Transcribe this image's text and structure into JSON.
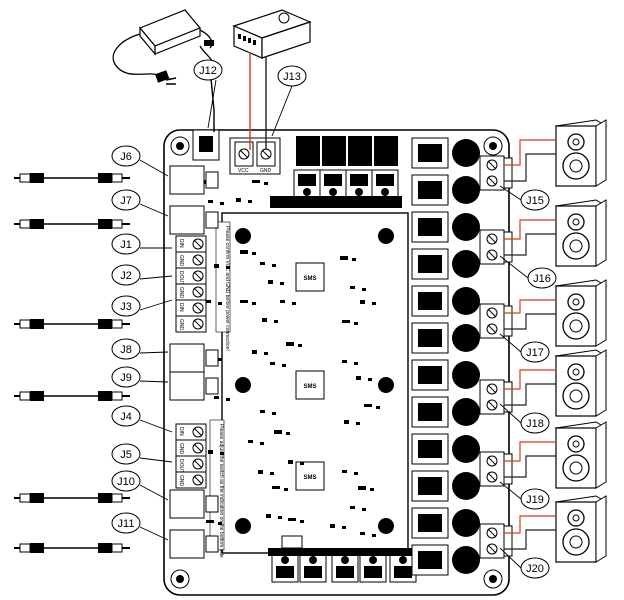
{
  "connectors": {
    "J12": "J12",
    "J13": "J13",
    "J6": "J6",
    "J7": "J7",
    "J1": "J1",
    "J2": "J2",
    "J3": "J3",
    "J8": "J8",
    "J9": "J9",
    "J4": "J4",
    "J5": "J5",
    "J10": "J10",
    "J11": "J11",
    "J15": "J15",
    "J16": "J16",
    "J17": "J17",
    "J18": "J18",
    "J19": "J19",
    "J20": "J20"
  },
  "board_text": {
    "warning_power": "Please confirm VCC and GND before power connection!",
    "warning_other": "Please adjust the switch as the indication on the bottom side",
    "ic_label": "SMS",
    "vcc": "VCC",
    "gnd": "GND"
  },
  "terminal_labels": [
    "DIN",
    "GND",
    "DOUT",
    "GND",
    "DIN",
    "GND"
  ],
  "icons": {
    "power_adapter": "ac-adapter-icon",
    "power_supply": "switching-power-supply-icon",
    "audio_cable": "3.5mm-audio-cable-icon",
    "speaker": "speaker-icon"
  },
  "colors": {
    "wire_red": "#d9391f",
    "wire_black": "#222222",
    "line": "#000000"
  }
}
